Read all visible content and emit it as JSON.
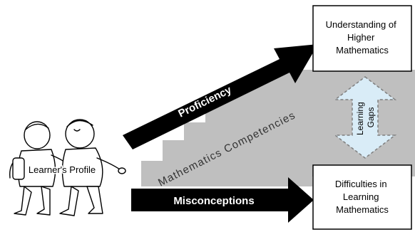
{
  "boxes": {
    "top": {
      "lines": [
        "Understanding of",
        "Higher",
        "Mathematics"
      ]
    },
    "bottom": {
      "lines": [
        "Difficulties in",
        "Learning",
        "Mathematics"
      ]
    }
  },
  "arrows": {
    "proficiency": "Proficiency",
    "misconceptions": "Misconceptions",
    "gap_lines": [
      "Learning",
      "Gaps"
    ]
  },
  "stairs_label": "Mathematics Competencies",
  "learner_label": "Learner's Profile",
  "colors": {
    "stairs": "#bfbfbf",
    "arrow": "#000000",
    "gap_arrow": "#d9ecf7",
    "gap_arrow_border": "#7f7f7f",
    "box_border": "#000000"
  },
  "icons": {
    "children": "children-walking-illustration"
  }
}
